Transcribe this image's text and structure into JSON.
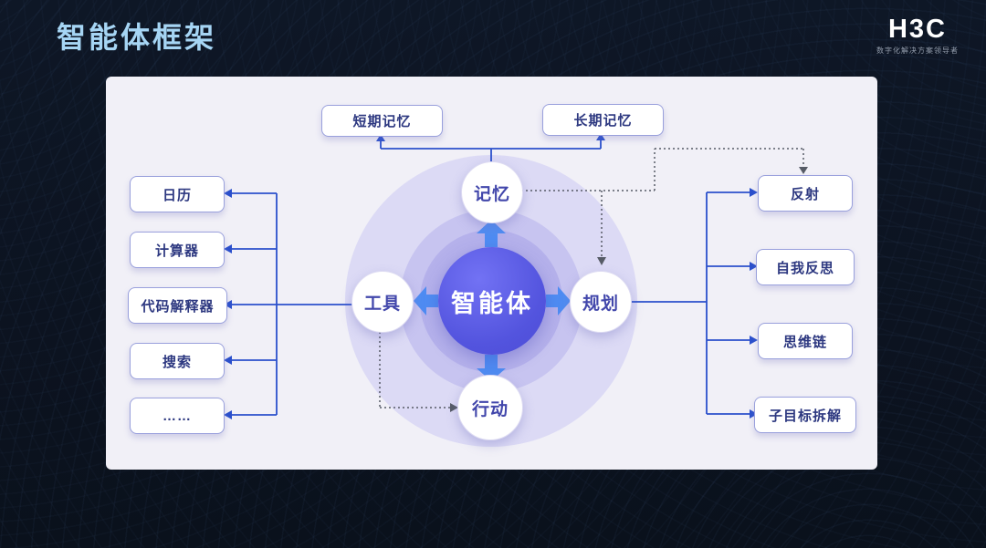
{
  "slide": {
    "title": "智能体框架",
    "logo": {
      "text": "H3C",
      "tagline": "数字化解决方案领导者"
    }
  },
  "diagram": {
    "center_label": "智能体",
    "nodes": {
      "memory": "记忆",
      "planning": "规划",
      "action": "行动",
      "tools": "工具"
    },
    "memory_types": [
      "短期记忆",
      "长期记忆"
    ],
    "tool_items": [
      "日历",
      "计算器",
      "代码解释器",
      "搜索",
      "……"
    ],
    "planning_items": [
      "反射",
      "自我反思",
      "思维链",
      "子目标拆解"
    ],
    "colors": {
      "background": "#0c1320",
      "title_text": "#a6d5f4",
      "card_background": "#f1f0f7",
      "agent_circle": "#5354de",
      "flow_arrow": "#4f8df3",
      "connector_solid": "#2b50cc",
      "connector_dotted": "#565b66",
      "node_text": "#4247ab",
      "box_text": "#2d3880",
      "box_border": "#99a0dc"
    }
  }
}
